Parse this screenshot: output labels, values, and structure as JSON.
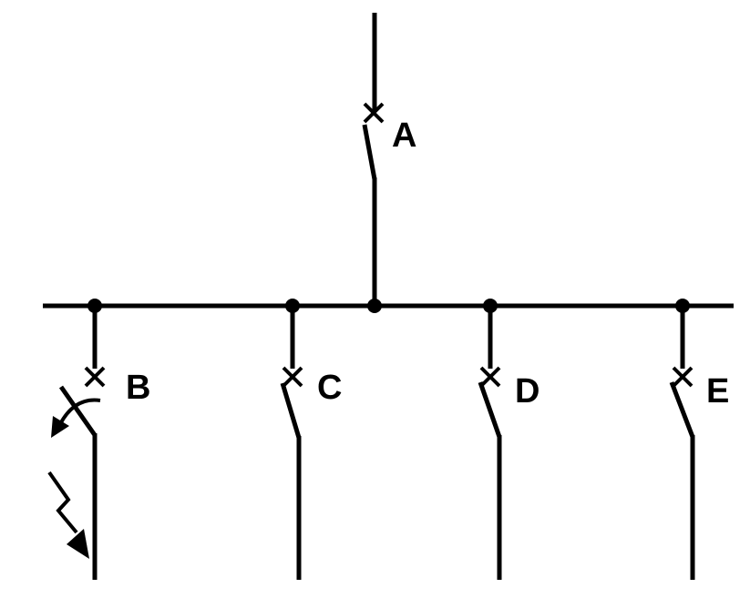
{
  "breakers": [
    {
      "id": "A",
      "label": "A"
    },
    {
      "id": "B",
      "label": "B"
    },
    {
      "id": "C",
      "label": "C"
    },
    {
      "id": "D",
      "label": "D"
    },
    {
      "id": "E",
      "label": "E"
    }
  ],
  "colors": {
    "line": "#000000",
    "background": "#ffffff"
  },
  "icons": {
    "trip_indicator": "curved-arrow-icon",
    "fault_indicator": "lightning-bolt-icon"
  }
}
